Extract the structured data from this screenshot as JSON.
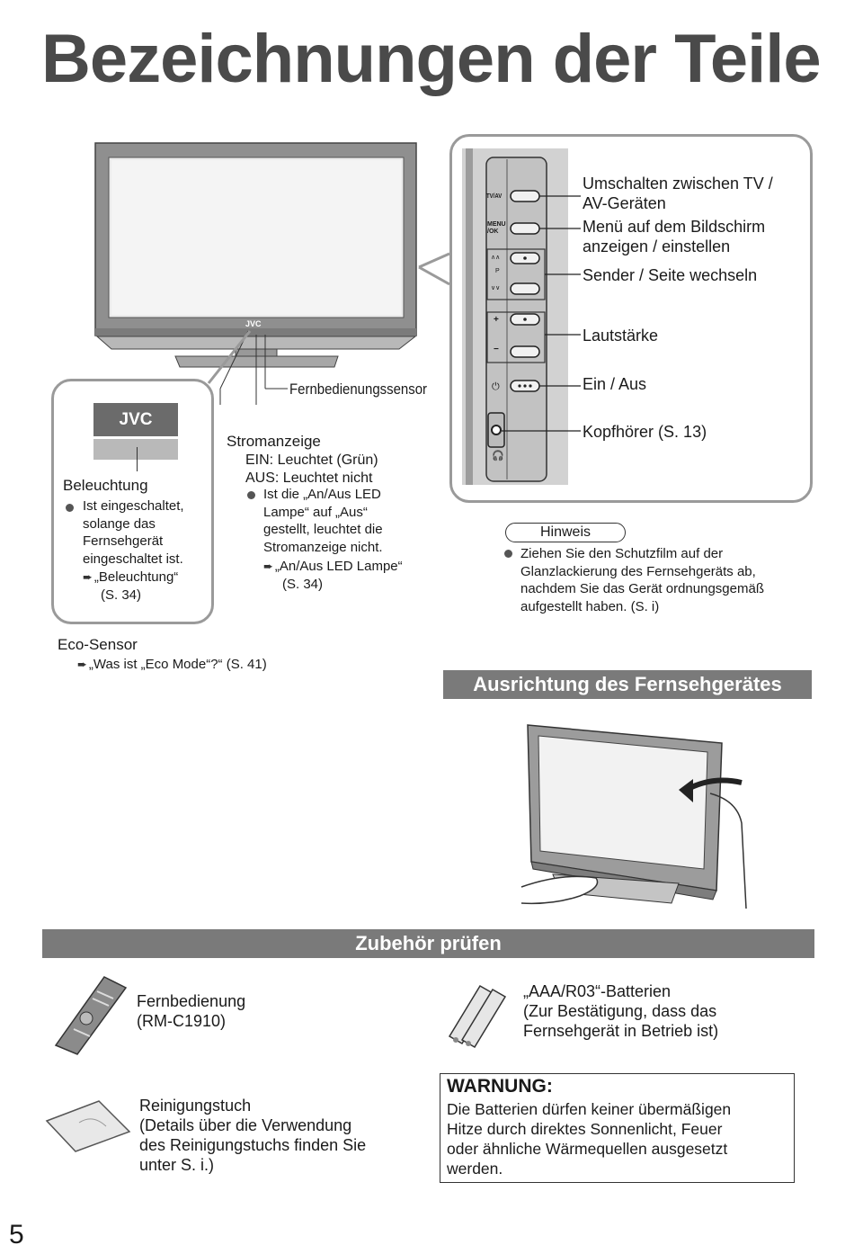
{
  "page_title": "Bezeichnungen der Teile",
  "tv_brand": "JVC",
  "sensor_label": "Fernbedienungssensor",
  "power_indicator": {
    "heading": "Stromanzeige",
    "on_state": "EIN: Leuchtet (Grün)",
    "off_state": "AUS: Leuchtet nicht",
    "bullet_lines": [
      "Ist die „An/Aus LED",
      "Lampe“ auf „Aus“",
      "gestellt, leuchtet die",
      "Stromanzeige nicht."
    ],
    "ref_lines": [
      "„An/Aus LED Lampe“",
      "(S. 34)"
    ]
  },
  "lighting": {
    "logo": "JVC",
    "heading": "Beleuchtung",
    "bullet_lines": [
      "Ist eingeschaltet,",
      "solange das",
      "Fernsehgerät",
      "eingeschaltet ist."
    ],
    "ref_lines": [
      "„Beleuchtung“",
      "(S. 34)"
    ]
  },
  "eco_sensor": {
    "heading": "Eco-Sensor",
    "ref": "„Was ist „Eco Mode“?“ (S. 41)"
  },
  "side_panel": {
    "button_labels": {
      "tvav": "TV/AV",
      "menu": "MENU /OK",
      "p_up": "∧∧",
      "p": "P",
      "p_down": "∨∨",
      "vol_up": "+",
      "vol_down": "−"
    },
    "callouts": {
      "tvav_1": "Umschalten zwischen TV /",
      "tvav_2": "AV-Geräten",
      "menu_1": "Menü auf dem Bildschirm",
      "menu_2": "anzeigen / einstellen",
      "channel": "Sender / Seite wechseln",
      "volume": "Lautstärke",
      "power": "Ein / Aus",
      "headphone": "Kopfhörer (S. 13)"
    }
  },
  "note": {
    "label": "Hinweis",
    "lines": [
      "Ziehen Sie den Schutzfilm auf der",
      "Glanzlackierung des Fernsehgeräts ab,",
      "nachdem Sie das Gerät ordnungsgemäß",
      "aufgestellt haben. (S. i)"
    ]
  },
  "orientation_section": {
    "title": "Ausrichtung des Fernsehgerätes"
  },
  "accessories_section": {
    "title": "Zubehör prüfen",
    "remote": {
      "line1": "Fernbedienung",
      "line2": "(RM-C1910)"
    },
    "batteries": {
      "line1": "„AAA/R03“-Batterien",
      "line2": "(Zur Bestätigung, dass das",
      "line3": "Fernsehgerät in Betrieb ist)"
    },
    "cloth": {
      "line1": "Reinigungstuch",
      "line2": "(Details über die Verwendung",
      "line3": "des Reinigungstuchs finden Sie",
      "line4": "unter S. i.)"
    }
  },
  "warning": {
    "title": "WARNUNG:",
    "lines": [
      "Die Batterien dürfen keiner übermäßigen",
      "Hitze durch direktes Sonnenlicht, Feuer",
      "oder ähnliche Wärmequellen ausgesetzt",
      "werden."
    ]
  },
  "page_number": "5"
}
